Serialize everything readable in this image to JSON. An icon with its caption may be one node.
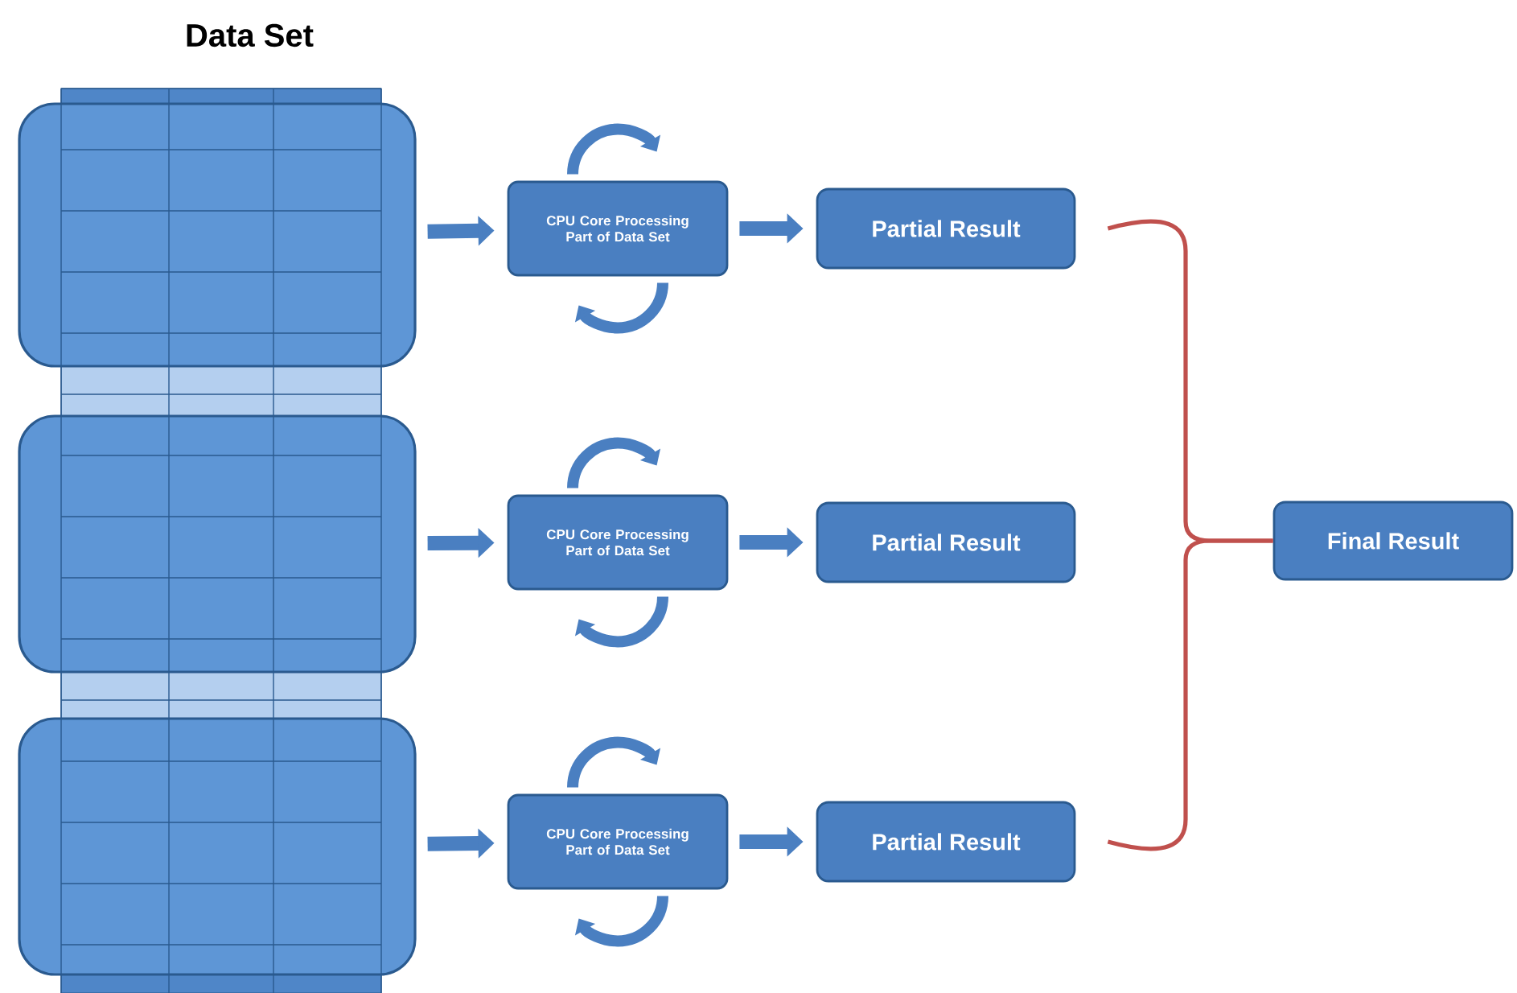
{
  "diagram": {
    "title": "Data Set",
    "nodes": [
      {
        "text": [],
        "shape": "box"
      },
      {
        "text": [],
        "shape": "box"
      },
      {
        "text": [],
        "shape": "box"
      },
      {
        "text": [
          "CPU Core Processing Part of Data Set"
        ]
      },
      {
        "text": [
          "CPU Core Processing Part of Data Set"
        ]
      },
      {
        "text": [
          "CPU Core Processing Part of Data Set"
        ]
      },
      {
        "text": [
          "Partial Result"
        ]
      },
      {
        "text": [
          "Partial Result"
        ]
      },
      {
        "text": [
          "Partial Result"
        ]
      },
      {
        "text": [
          "Final Result"
        ]
      }
    ],
    "edges": [
      {
        "from": 0,
        "to": 3,
        "arrow": "to"
      },
      {
        "from": 1,
        "to": 4,
        "arrow": "to"
      },
      {
        "from": 2,
        "to": 5,
        "arrow": "to"
      },
      {
        "from": 3,
        "to": 6,
        "arrow": "to"
      },
      {
        "from": 4,
        "to": 7,
        "arrow": "to"
      },
      {
        "from": 5,
        "to": 8,
        "arrow": "to"
      },
      {
        "from": 6,
        "to": 9,
        "arrow": "none",
        "color": "#c0504d"
      },
      {
        "from": 8,
        "to": 9,
        "arrow": "none",
        "color": "#c0504d"
      }
    ]
  }
}
